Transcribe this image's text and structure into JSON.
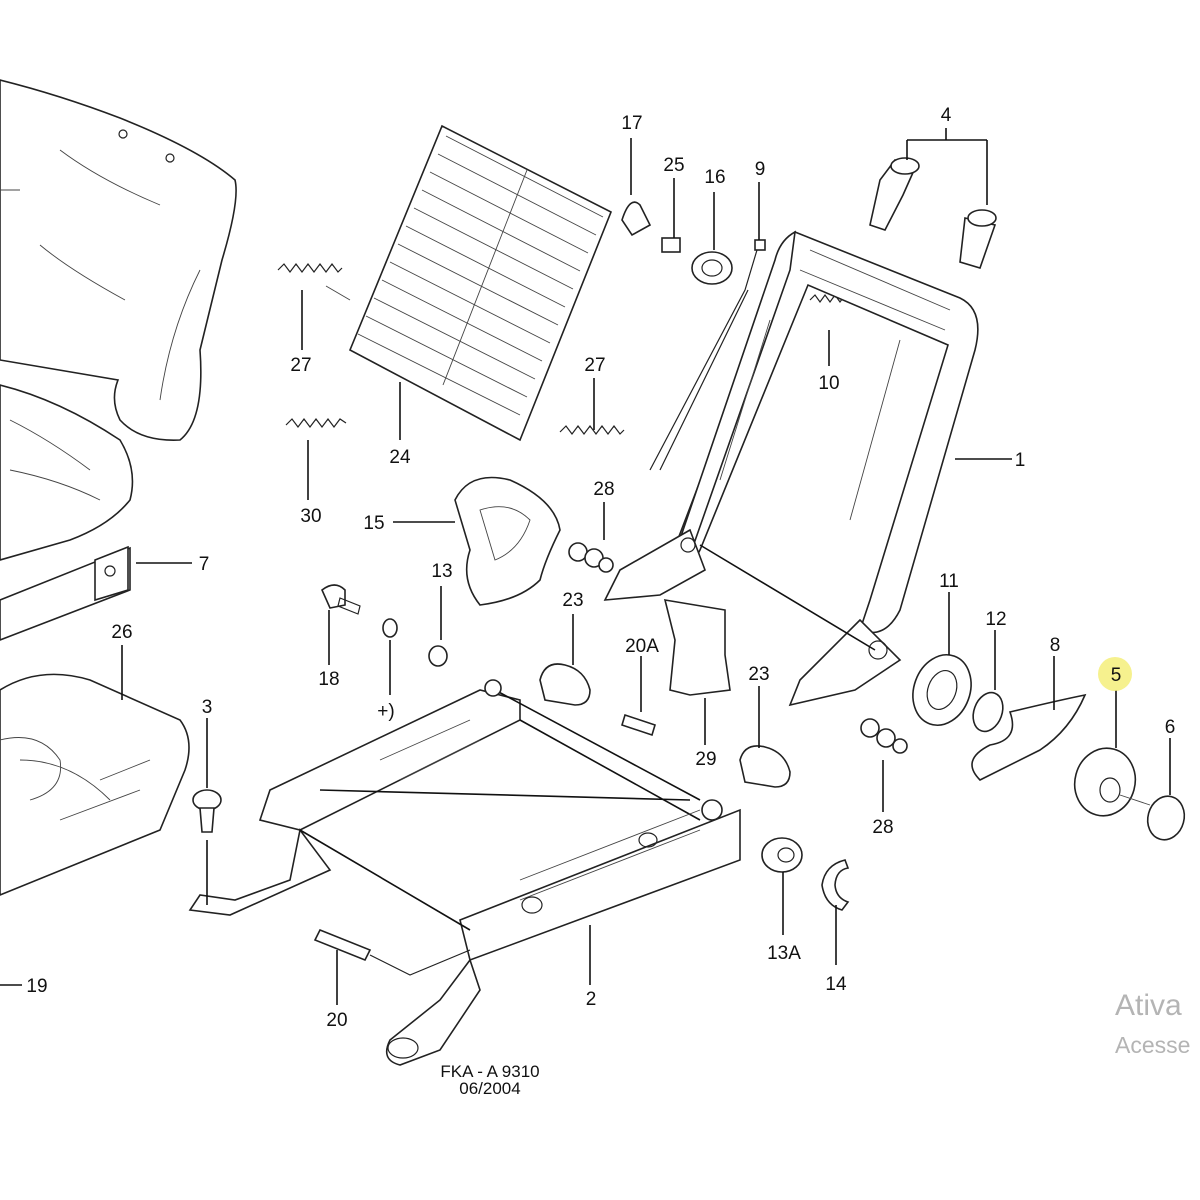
{
  "diagram": {
    "labels": {
      "l1": "1",
      "l2": "2",
      "l3": "3",
      "l4": "4",
      "l5": "5",
      "l6": "6",
      "l7": "7",
      "l8": "8",
      "l9": "9",
      "l10": "10",
      "l11": "11",
      "l12": "12",
      "l13": "13",
      "l13a": "13A",
      "l14": "14",
      "l15": "15",
      "l16": "16",
      "l17": "17",
      "l18": "18",
      "l19": "19",
      "l20": "20",
      "l20a": "20A",
      "l23a": "23",
      "l23b": "23",
      "l24": "24",
      "l25": "25",
      "l26": "26",
      "l27a": "27",
      "l27b": "27",
      "l28a": "28",
      "l28b": "28",
      "l29": "29",
      "l30": "30",
      "plus": "+)"
    },
    "highlighted": "5",
    "highlight_color": "#f5ef7a",
    "footer": {
      "code": "FKA - A 9310",
      "date": "06/2004"
    }
  },
  "watermark": {
    "line1": "Ativa",
    "line2": "Acesse"
  }
}
